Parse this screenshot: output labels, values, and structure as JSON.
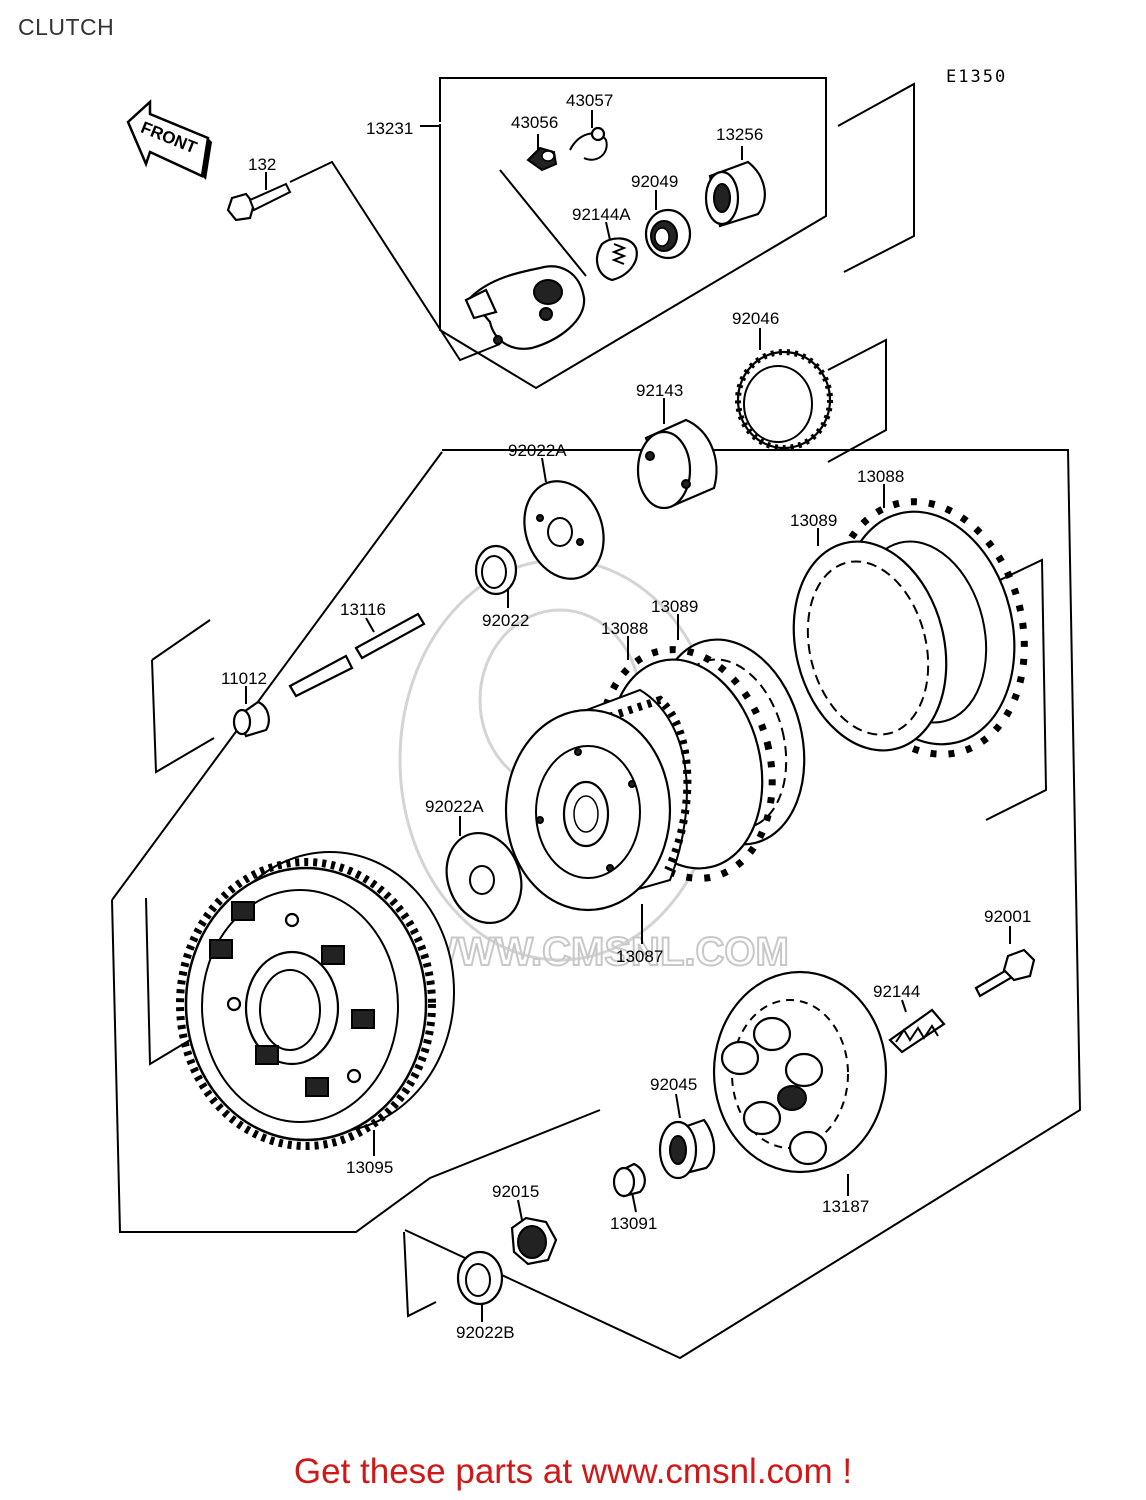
{
  "header": {
    "title": "CLUTCH",
    "ref_code": "E1350"
  },
  "front_arrow": {
    "label": "FRONT"
  },
  "watermark": {
    "text": "WWW.CMSNL.COM"
  },
  "parts": [
    {
      "number": "13231"
    },
    {
      "number": "43057"
    },
    {
      "number": "43056"
    },
    {
      "number": "13256"
    },
    {
      "number": "132"
    },
    {
      "number": "92049"
    },
    {
      "number": "92144A"
    },
    {
      "number": "92046"
    },
    {
      "number": "92143"
    },
    {
      "number": "92022A"
    },
    {
      "number": "13088"
    },
    {
      "number": "13089"
    },
    {
      "number": "92022"
    },
    {
      "number": "13116"
    },
    {
      "number": "13089"
    },
    {
      "number": "13088"
    },
    {
      "number": "11012"
    },
    {
      "number": "92022A"
    },
    {
      "number": "92001"
    },
    {
      "number": "13087"
    },
    {
      "number": "92144"
    },
    {
      "number": "92045"
    },
    {
      "number": "13095"
    },
    {
      "number": "92015"
    },
    {
      "number": "13187"
    },
    {
      "number": "13091"
    },
    {
      "number": "92022B"
    }
  ],
  "footer": {
    "promo": "Get these parts at www.cmsnl.com !"
  }
}
